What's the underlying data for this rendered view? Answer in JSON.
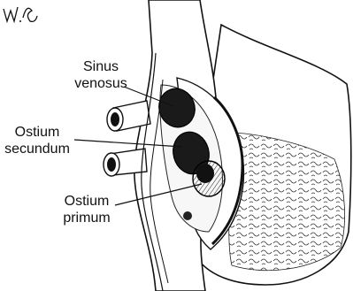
{
  "labels": {
    "sinus_venosus": {
      "line1": "Sinus",
      "line2": "venosus"
    },
    "ostium_secundum": {
      "line1": "Ostium",
      "line2": "secundum"
    },
    "ostium_primum": {
      "line1": "Ostium",
      "line2": "primum"
    }
  },
  "colors": {
    "ink": "#111111",
    "paper": "#ffffff",
    "shade": "#555555"
  }
}
